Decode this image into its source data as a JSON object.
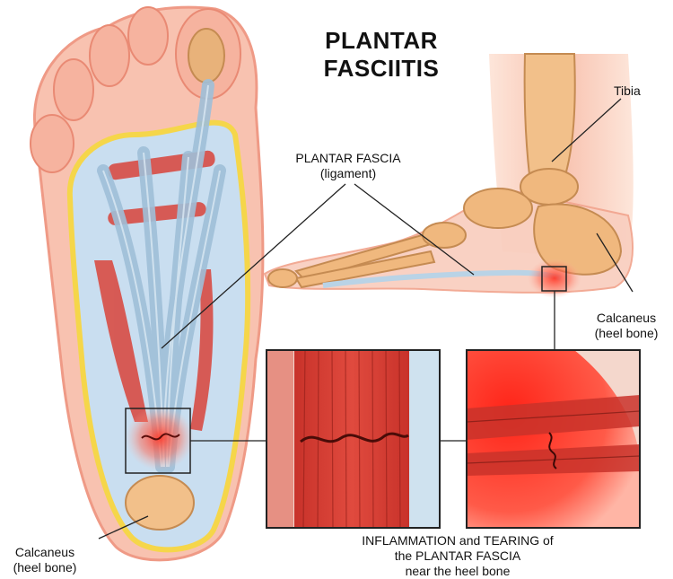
{
  "title": "PLANTAR FASCIITIS",
  "labels": {
    "tibia": "Tibia",
    "fascia_line1": "PLANTAR FASCIA",
    "fascia_line2": "(ligament)",
    "calc_right_line1": "Calcaneus",
    "calc_right_line2": "(heel bone)",
    "calc_left_line1": "Calcaneus",
    "calc_left_line2": "(heel bone)",
    "caption_line1": "INFLAMMATION and TEARING of",
    "caption_line2": "the PLANTAR FASCIA",
    "caption_line3": "near the heel bone"
  },
  "colors": {
    "skin": "#f7b7a3",
    "skin_dark": "#f08c78",
    "fascia": "#b9d3e6",
    "muscle": "#d9443a",
    "bone": "#f2c08a",
    "inflammation": "#ff2a1f",
    "fat_yellow": "#f5d64a"
  }
}
